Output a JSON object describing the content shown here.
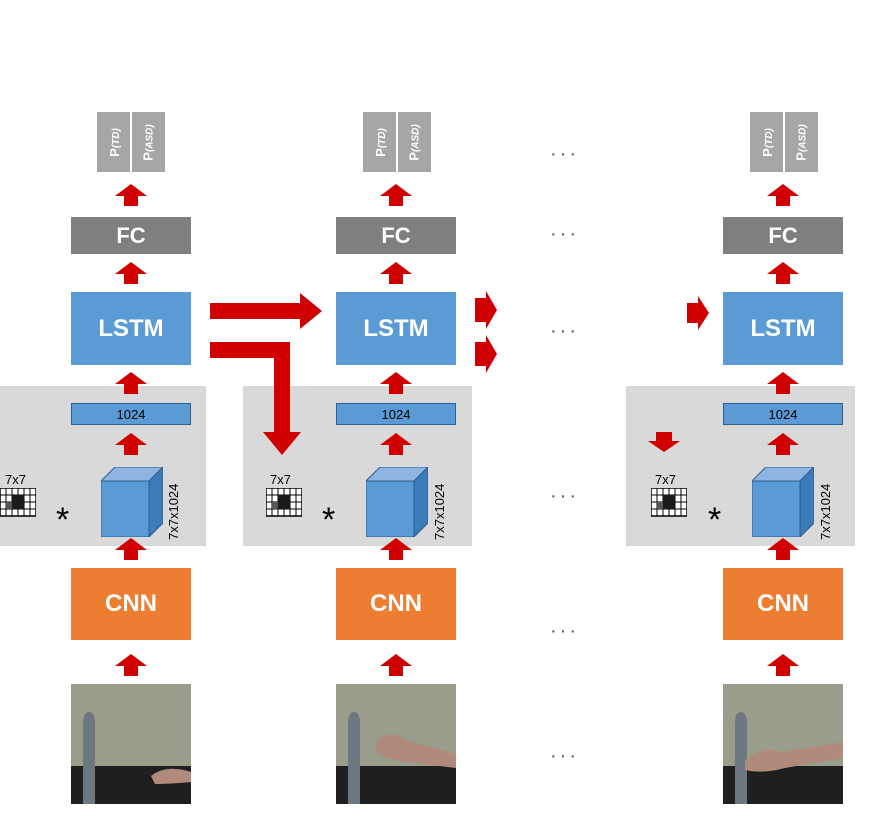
{
  "columns": [
    {
      "prob_td": "P",
      "prob_td_sub": "(TD)",
      "prob_asd": "P",
      "prob_asd_sub": "(ASD)",
      "fc_label": "FC",
      "lstm_label": "LSTM",
      "fc1024_label": "1024",
      "kernel_label": "7x7",
      "cube_label": "7x7x1024",
      "conv_op": "*",
      "cnn_label": "CNN"
    },
    {
      "prob_td": "P",
      "prob_td_sub": "(TD)",
      "prob_asd": "P",
      "prob_asd_sub": "(ASD)",
      "fc_label": "FC",
      "lstm_label": "LSTM",
      "fc1024_label": "1024",
      "kernel_label": "7x7",
      "cube_label": "7x7x1024",
      "conv_op": "*",
      "cnn_label": "CNN"
    },
    {
      "prob_td": "P",
      "prob_td_sub": "(TD)",
      "prob_asd": "P",
      "prob_asd_sub": "(ASD)",
      "fc_label": "FC",
      "lstm_label": "LSTM",
      "fc1024_label": "1024",
      "kernel_label": "7x7",
      "cube_label": "7x7x1024",
      "conv_op": "*",
      "cnn_label": "CNN"
    }
  ],
  "ellipsis": "···",
  "colors": {
    "arrow": "#d00000",
    "lstm": "#5b9bd5",
    "cnn": "#ed7d31",
    "fc": "#7f7f7f",
    "prob": "#a6a6a6",
    "panel": "#d9d9d9"
  }
}
